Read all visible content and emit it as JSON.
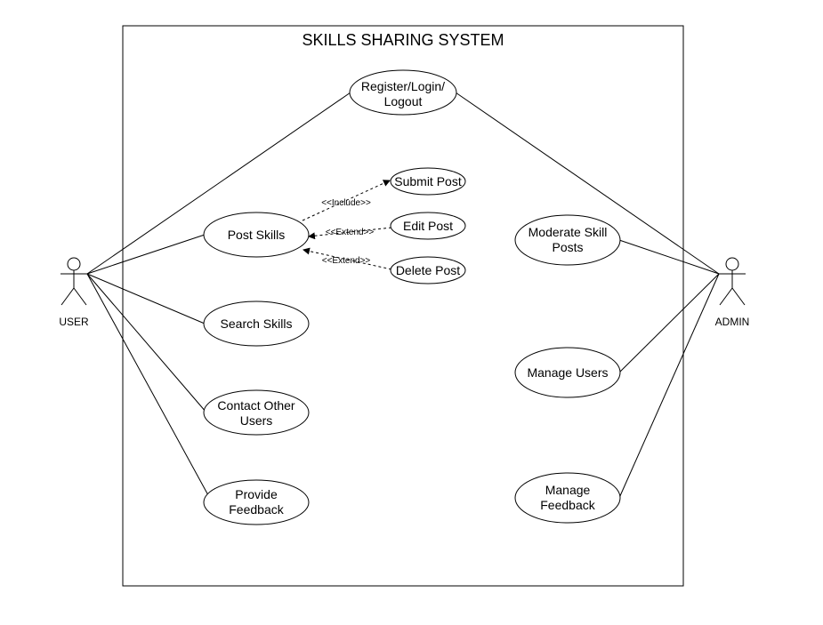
{
  "system": {
    "title": "SKILLS SHARING SYSTEM"
  },
  "actors": {
    "user": {
      "label": "USER"
    },
    "admin": {
      "label": "ADMIN"
    }
  },
  "use_cases": {
    "register": {
      "line1": "Register/Login/",
      "line2": "Logout"
    },
    "post_skills": {
      "line1": "Post Skills"
    },
    "search_skills": {
      "line1": "Search Skills"
    },
    "contact_users": {
      "line1": "Contact Other",
      "line2": "Users"
    },
    "provide_feedback": {
      "line1": "Provide",
      "line2": "Feedback"
    },
    "submit_post": {
      "line1": "Submit Post"
    },
    "edit_post": {
      "line1": "Edit Post"
    },
    "delete_post": {
      "line1": "Delete Post"
    },
    "moderate_posts": {
      "line1": "Moderate Skill",
      "line2": "Posts"
    },
    "manage_users": {
      "line1": "Manage Users"
    },
    "manage_feedback": {
      "line1": "Manage",
      "line2": "Feedback"
    }
  },
  "relationships": {
    "include": "<<Include>>",
    "extend_edit": "<<Extend>>",
    "extend_delete": "<<Extend>>"
  },
  "colors": {
    "stroke": "#000000",
    "background": "#ffffff"
  }
}
